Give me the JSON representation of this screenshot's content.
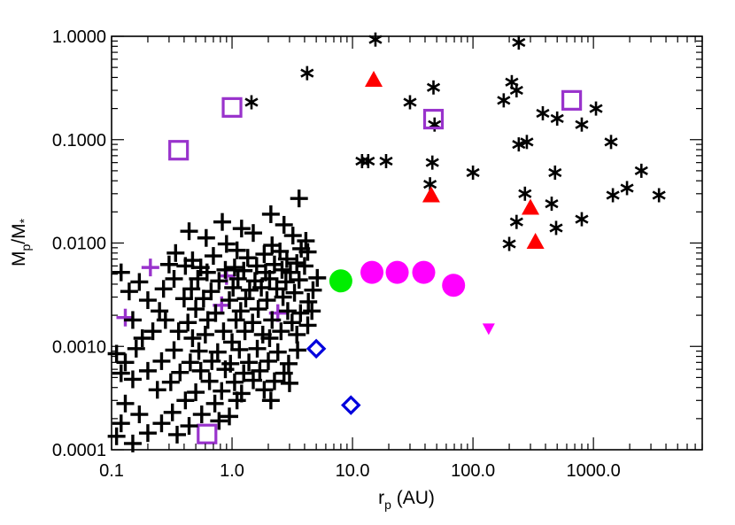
{
  "chart_data": {
    "type": "scatter",
    "title": "",
    "xlabel": "r",
    "xlabel_sub": "p",
    "xlabel_unit": " (AU)",
    "ylabel": "M",
    "ylabel_sub": "p",
    "ylabel_mid": "/M",
    "ylabel_sub2": "*",
    "xscale": "log",
    "yscale": "log",
    "xlim": [
      0.1,
      8000
    ],
    "ylim": [
      0.0001,
      1.0
    ],
    "grid": false,
    "xticks": [
      {
        "value": 0.1,
        "label": "0.1"
      },
      {
        "value": 1,
        "label": "1.0"
      },
      {
        "value": 10,
        "label": "10.0"
      },
      {
        "value": 100,
        "label": "100.0"
      },
      {
        "value": 1000,
        "label": "1000.0"
      }
    ],
    "yticks": [
      {
        "value": 0.0001,
        "label": "0.0001"
      },
      {
        "value": 0.001,
        "label": "0.0010"
      },
      {
        "value": 0.01,
        "label": "0.0100"
      },
      {
        "value": 0.1,
        "label": "0.1000"
      },
      {
        "value": 1.0,
        "label": "1.0000"
      }
    ],
    "series": [
      {
        "marker": "asterisk",
        "color": "#000000",
        "points": [
          [
            15.5,
            0.93
          ],
          [
            240,
            0.87
          ],
          [
            4.2,
            0.44
          ],
          [
            47,
            0.32
          ],
          [
            210,
            0.36
          ],
          [
            230,
            0.3
          ],
          [
            180,
            0.24
          ],
          [
            1.45,
            0.23
          ],
          [
            30,
            0.23
          ],
          [
            48,
            0.14
          ],
          [
            500,
            0.16
          ],
          [
            380,
            0.18
          ],
          [
            1050,
            0.2
          ],
          [
            800,
            0.14
          ],
          [
            1400,
            0.095
          ],
          [
            280,
            0.095
          ],
          [
            240,
            0.09
          ],
          [
            12,
            0.062
          ],
          [
            13.5,
            0.062
          ],
          [
            19,
            0.062
          ],
          [
            46,
            0.06
          ],
          [
            100,
            0.048
          ],
          [
            480,
            0.048
          ],
          [
            2500,
            0.05
          ],
          [
            44,
            0.037
          ],
          [
            1900,
            0.034
          ],
          [
            270,
            0.03
          ],
          [
            1450,
            0.029
          ],
          [
            3500,
            0.029
          ],
          [
            450,
            0.024
          ],
          [
            230,
            0.016
          ],
          [
            800,
            0.017
          ],
          [
            490,
            0.014
          ],
          [
            200,
            0.0098
          ]
        ]
      },
      {
        "marker": "triangle-up",
        "color": "#ff0000",
        "points": [
          [
            15,
            0.38
          ],
          [
            45,
            0.029
          ],
          [
            300,
            0.022
          ],
          [
            330,
            0.0103
          ]
        ]
      },
      {
        "marker": "square-open",
        "color": "#9933cc",
        "points": [
          [
            0.36,
            0.079
          ],
          [
            1.0,
            0.205
          ],
          [
            47,
            0.158
          ],
          [
            660,
            0.24
          ],
          [
            0.62,
            0.000142
          ]
        ]
      },
      {
        "marker": "circle-filled",
        "color": "#ff00ff",
        "points": [
          [
            14.5,
            0.0052
          ],
          [
            23.5,
            0.0052
          ],
          [
            39,
            0.0052
          ],
          [
            69,
            0.0039
          ]
        ]
      },
      {
        "marker": "circle-filled",
        "color": "#00ee00",
        "points": [
          [
            8,
            0.0043
          ]
        ]
      },
      {
        "marker": "diamond-open",
        "color": "#0000dd",
        "points": [
          [
            5,
            0.00095
          ],
          [
            9.7,
            0.00027
          ]
        ]
      },
      {
        "marker": "triangle-down",
        "color": "#ff00ff",
        "points": [
          [
            135,
            0.00148
          ]
        ]
      },
      {
        "marker": "plus",
        "color": "#9933cc",
        "points": [
          [
            0.21,
            0.0058
          ],
          [
            0.9,
            0.0048
          ],
          [
            0.13,
            0.0019
          ],
          [
            0.82,
            0.0025
          ],
          [
            2.4,
            0.0021
          ]
        ]
      },
      {
        "marker": "plus",
        "color": "#000000",
        "points": [
          [
            3.6,
            0.027
          ],
          [
            0.44,
            0.013
          ],
          [
            2.1,
            0.019
          ],
          [
            0.83,
            0.016
          ],
          [
            1.2,
            0.0138
          ],
          [
            2.7,
            0.015
          ],
          [
            0.61,
            0.0112
          ],
          [
            1.5,
            0.0125
          ],
          [
            3.2,
            0.0118
          ],
          [
            4.1,
            0.0105
          ],
          [
            0.9,
            0.0098
          ],
          [
            2.15,
            0.0095
          ],
          [
            3.75,
            0.0088
          ],
          [
            0.34,
            0.008
          ],
          [
            1.1,
            0.0085
          ],
          [
            1.85,
            0.0078
          ],
          [
            2.5,
            0.0083
          ],
          [
            4.25,
            0.0082
          ],
          [
            0.47,
            0.0068
          ],
          [
            0.7,
            0.0075
          ],
          [
            1.35,
            0.0072
          ],
          [
            2.85,
            0.007
          ],
          [
            0.12,
            0.0052
          ],
          [
            0.3,
            0.0062
          ],
          [
            0.41,
            0.006
          ],
          [
            0.55,
            0.0058
          ],
          [
            1.05,
            0.0058
          ],
          [
            1.6,
            0.006
          ],
          [
            2.25,
            0.0062
          ],
          [
            3.45,
            0.0064
          ],
          [
            4.0,
            0.006
          ],
          [
            0.62,
            0.0052
          ],
          [
            0.88,
            0.0055
          ],
          [
            1.25,
            0.0054
          ],
          [
            1.9,
            0.0052
          ],
          [
            2.6,
            0.0055
          ],
          [
            3.05,
            0.0052
          ],
          [
            0.17,
            0.0042
          ],
          [
            0.33,
            0.0045
          ],
          [
            0.52,
            0.0045
          ],
          [
            0.78,
            0.0043
          ],
          [
            1.12,
            0.0045
          ],
          [
            1.55,
            0.0043
          ],
          [
            2.05,
            0.0045
          ],
          [
            2.8,
            0.0042
          ],
          [
            3.6,
            0.0044
          ],
          [
            5.1,
            0.0046
          ],
          [
            0.14,
            0.0034
          ],
          [
            0.27,
            0.0036
          ],
          [
            0.46,
            0.0036
          ],
          [
            0.67,
            0.0034
          ],
          [
            1.02,
            0.0037
          ],
          [
            1.4,
            0.0035
          ],
          [
            1.75,
            0.0037
          ],
          [
            2.35,
            0.0036
          ],
          [
            3.3,
            0.0033
          ],
          [
            4.7,
            0.0035
          ],
          [
            0.2,
            0.0028
          ],
          [
            0.4,
            0.0029
          ],
          [
            0.58,
            0.0029
          ],
          [
            0.95,
            0.0028
          ],
          [
            1.3,
            0.0029
          ],
          [
            1.95,
            0.0028
          ],
          [
            2.65,
            0.003
          ],
          [
            4.3,
            0.0027
          ],
          [
            0.25,
            0.0022
          ],
          [
            0.5,
            0.0023
          ],
          [
            0.73,
            0.0021
          ],
          [
            1.18,
            0.0022
          ],
          [
            1.65,
            0.0023
          ],
          [
            2.9,
            0.0022
          ],
          [
            3.7,
            0.0021
          ],
          [
            4.6,
            0.0022
          ],
          [
            0.15,
            0.0018
          ],
          [
            0.28,
            0.0018
          ],
          [
            0.43,
            0.0017
          ],
          [
            0.63,
            0.0018
          ],
          [
            1.08,
            0.0018
          ],
          [
            1.48,
            0.0017
          ],
          [
            2.15,
            0.0018
          ],
          [
            3.15,
            0.0017
          ],
          [
            4.25,
            0.0016
          ],
          [
            0.22,
            0.0014
          ],
          [
            0.36,
            0.0014
          ],
          [
            0.6,
            0.0013
          ],
          [
            0.85,
            0.0014
          ],
          [
            1.28,
            0.0014
          ],
          [
            1.8,
            0.0013
          ],
          [
            2.55,
            0.0014
          ],
          [
            3.45,
            0.0013
          ],
          [
            0.18,
            0.0012
          ],
          [
            0.47,
            0.0012
          ],
          [
            1.0,
            0.0011
          ],
          [
            2.05,
            0.0012
          ],
          [
            0.11,
            0.00085
          ],
          [
            0.16,
            0.00095
          ],
          [
            0.33,
            0.00092
          ],
          [
            0.53,
            0.0009
          ],
          [
            0.76,
            0.00088
          ],
          [
            1.15,
            0.00093
          ],
          [
            1.62,
            0.00095
          ],
          [
            2.4,
            0.00088
          ],
          [
            3.5,
            0.00092
          ],
          [
            0.13,
            0.0007
          ],
          [
            0.26,
            0.00072
          ],
          [
            0.45,
            0.0007
          ],
          [
            0.68,
            0.00072
          ],
          [
            0.97,
            0.00068
          ],
          [
            1.38,
            0.0007
          ],
          [
            2.0,
            0.00072
          ],
          [
            2.95,
            0.00068
          ],
          [
            0.12,
            0.00055
          ],
          [
            0.2,
            0.00058
          ],
          [
            0.37,
            0.00056
          ],
          [
            0.55,
            0.00058
          ],
          [
            0.88,
            0.0006
          ],
          [
            1.25,
            0.00055
          ],
          [
            1.7,
            0.00058
          ],
          [
            2.7,
            0.00055
          ],
          [
            0.15,
            0.00048
          ],
          [
            0.31,
            0.00045
          ],
          [
            0.65,
            0.00046
          ],
          [
            1.05,
            0.00045
          ],
          [
            1.5,
            0.00047
          ],
          [
            2.25,
            0.00046
          ],
          [
            3.0,
            0.00044
          ],
          [
            0.24,
            0.00038
          ],
          [
            0.5,
            0.00036
          ],
          [
            0.82,
            0.00037
          ],
          [
            1.2,
            0.00035
          ],
          [
            1.85,
            0.00038
          ],
          [
            0.13,
            0.00028
          ],
          [
            0.41,
            0.0003
          ],
          [
            0.72,
            0.00028
          ],
          [
            1.1,
            0.0003
          ],
          [
            2.1,
            0.0003
          ],
          [
            0.17,
            0.00022
          ],
          [
            0.32,
            0.00023
          ],
          [
            0.56,
            0.00022
          ],
          [
            0.95,
            0.00021
          ],
          [
            0.12,
            0.00018
          ],
          [
            0.26,
            0.00018
          ],
          [
            0.44,
            0.00017
          ],
          [
            0.78,
            0.00019
          ],
          [
            0.11,
            0.000135
          ],
          [
            0.2,
            0.000145
          ],
          [
            0.35,
            0.00014
          ],
          [
            0.15,
            0.000115
          ]
        ]
      }
    ]
  }
}
